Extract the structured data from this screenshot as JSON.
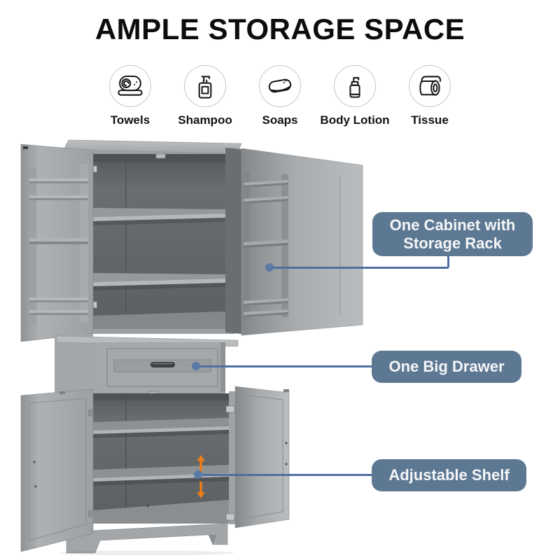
{
  "title": "AMPLE STORAGE SPACE",
  "features": [
    {
      "label": "Towels",
      "icon": "towel-roll-icon"
    },
    {
      "label": "Shampoo",
      "icon": "shampoo-pump-bottle-icon"
    },
    {
      "label": "Soaps",
      "icon": "soap-bar-icon"
    },
    {
      "label": "Body Lotion",
      "icon": "lotion-pump-bottle-icon"
    },
    {
      "label": "Tissue",
      "icon": "tissue-roll-icon"
    }
  ],
  "callouts": {
    "cabinet": {
      "label": "One Cabinet with Storage Rack",
      "lines": [
        "One Cabinet with",
        "Storage Rack"
      ]
    },
    "drawer": {
      "label": "One Big Drawer"
    },
    "shelf": {
      "label": "Adjustable Shelf"
    }
  },
  "colors": {
    "callout_bg": "#5d7892",
    "callout_text": "#f4f6f8",
    "connector_line": "#4f6fa0",
    "connector_dot": "#5b7aa6",
    "arrow_orange": "#ee7d15",
    "cabinet_gray": "#a7aaac",
    "interior_gray": "#606366",
    "title_black": "#0c0c0c"
  }
}
